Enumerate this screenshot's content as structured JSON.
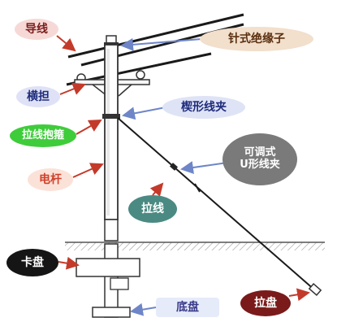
{
  "labels": {
    "daoxian": "导线",
    "zhenshi_jueyuanzi": "针式绝缘子",
    "hengdan": "横担",
    "xiexing_xianjia": "楔形线夹",
    "laxian_baogu": "拉线抱箍",
    "diangan": "电杆",
    "ketiaoshi_line1": "可调式",
    "ketiaoshi_line2": "U形线夹",
    "laxian": "拉线",
    "kapan": "卡盘",
    "dipan": "底盘",
    "lapan": "拉盘"
  },
  "colors": {
    "conductor": "#1a1a1a",
    "pole": "#ffffff",
    "arrow": "#c43a2a",
    "ground": "#8a8a8a",
    "pointer_blue": "#6e86c8"
  }
}
